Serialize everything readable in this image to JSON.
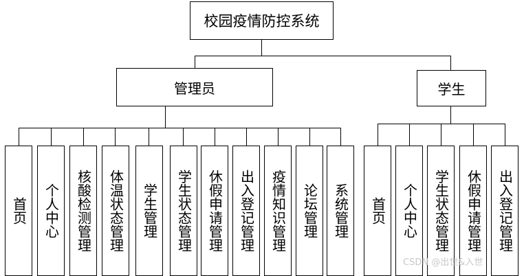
{
  "root": {
    "label": "校园疫情防控系统"
  },
  "admin": {
    "label": "管理员",
    "modules": [
      {
        "label": "首页"
      },
      {
        "label": "个人中心"
      },
      {
        "label": "核酸检测管理"
      },
      {
        "label": "体温状态管理"
      },
      {
        "label": "学生管理"
      },
      {
        "label": "学生状态管理"
      },
      {
        "label": "休假申请管理"
      },
      {
        "label": "出入登记管理"
      },
      {
        "label": "疫情知识管理"
      },
      {
        "label": "论坛管理"
      },
      {
        "label": "系统管理"
      }
    ]
  },
  "student": {
    "label": "学生",
    "modules": [
      {
        "label": "首页"
      },
      {
        "label": "个人中心"
      },
      {
        "label": "学生状态管理"
      },
      {
        "label": "休假申请管理"
      },
      {
        "label": "出入登记管理"
      }
    ]
  },
  "watermark": "CSDN @出世&入世"
}
